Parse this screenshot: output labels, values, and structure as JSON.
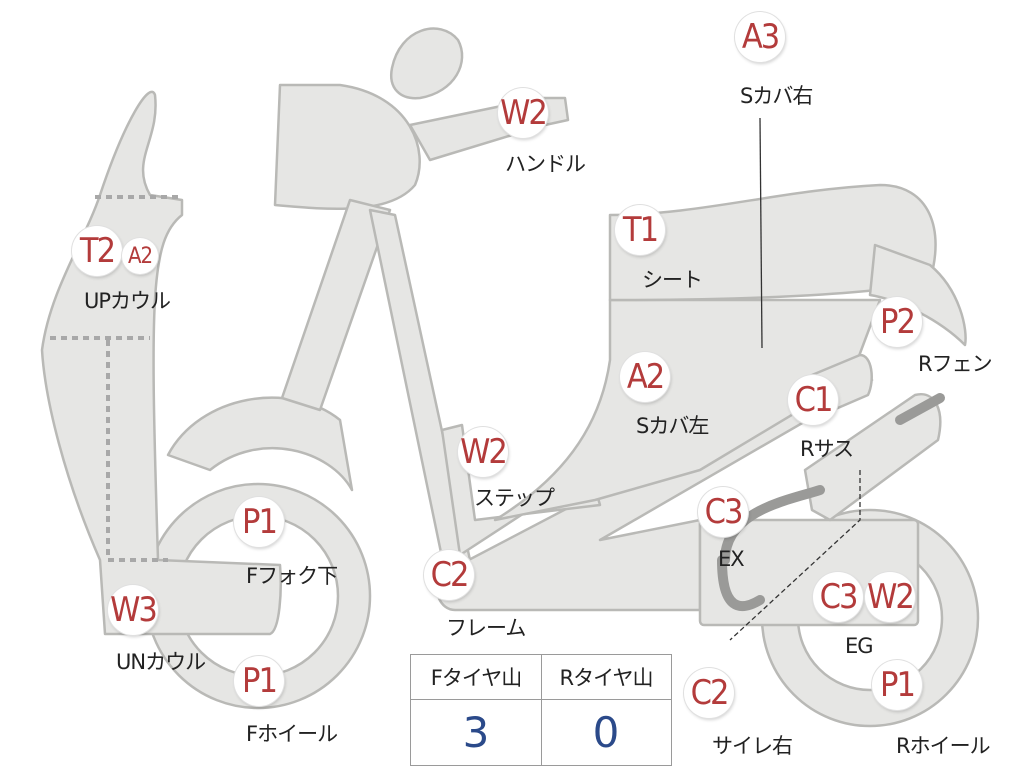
{
  "parts": {
    "a3_top": {
      "code": "A3",
      "name": "Sカバ右"
    },
    "w2_handle": {
      "code": "W2",
      "name": "ハンドル"
    },
    "t2_cowl": {
      "code": "T2",
      "sub_code": "A2",
      "name": "UPカウル"
    },
    "t1_seat": {
      "code": "T1",
      "name": "シート"
    },
    "p2_fender": {
      "code": "P2",
      "name": "Rフェン"
    },
    "a2_cover": {
      "code": "A2",
      "name": "Sカバ左"
    },
    "c1_susp": {
      "code": "C1",
      "name": "Rサス"
    },
    "w2_step": {
      "code": "W2",
      "name": "ステップ"
    },
    "c3_ex": {
      "code": "C3",
      "name": "EX"
    },
    "p1_fork": {
      "code": "P1",
      "name": "Fフォク下"
    },
    "c2_frame": {
      "code": "C2",
      "name": "フレーム"
    },
    "w3_cowl": {
      "code": "W3",
      "name": "UNカウル"
    },
    "c3_eg": {
      "code": "C3",
      "code2": "W2",
      "name": "EG"
    },
    "p1_fwheel": {
      "code": "P1",
      "name": "Fホイール"
    },
    "c2_muffler": {
      "code": "C2",
      "name": "サイレ右"
    },
    "p1_rwheel": {
      "code": "P1",
      "name": "Rホイール"
    }
  },
  "tire_table": {
    "headers": [
      "Fタイヤ山",
      "Rタイヤ山"
    ],
    "values": [
      "3",
      "0"
    ]
  },
  "colors": {
    "body_fill": "#e6e6e4",
    "body_stroke": "#b9b9b6",
    "code_text": "#b33b3b",
    "value_text": "#2b4a8a"
  }
}
